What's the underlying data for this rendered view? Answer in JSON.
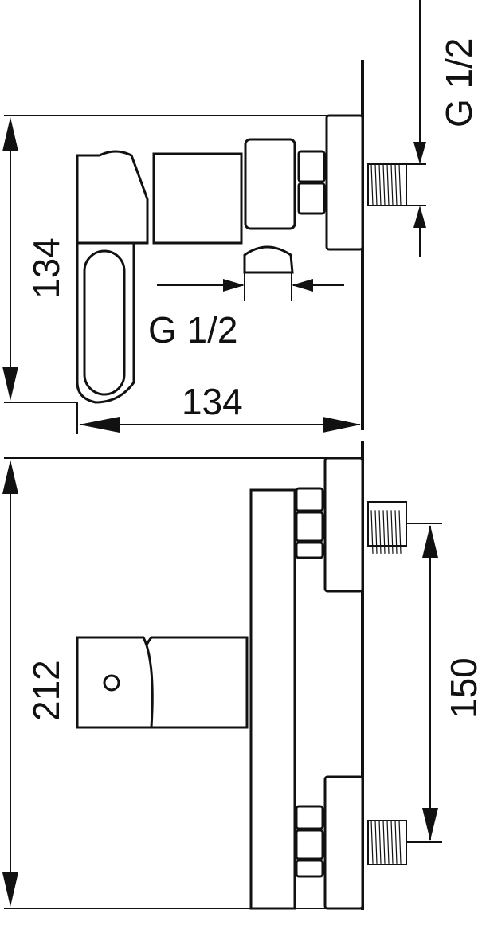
{
  "drawing": {
    "side_view": {
      "thread_label_right": "G 1/2",
      "height_label": "134",
      "outlet_thread_label": "G 1/2",
      "depth_label": "134"
    },
    "front_view": {
      "height_label": "212",
      "inlet_spacing_label": "150"
    },
    "line_color": "#111111"
  }
}
